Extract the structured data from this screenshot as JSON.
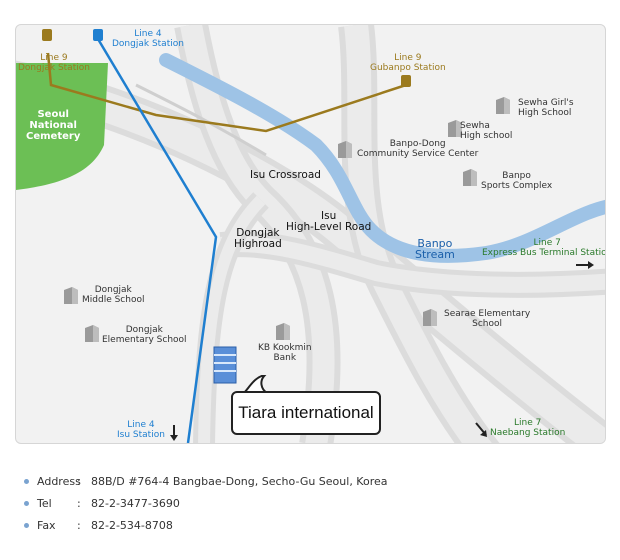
{
  "map": {
    "stations": {
      "line9_dongjak": {
        "line": "Line 9",
        "name": "Dongjak Station"
      },
      "line4_dongjak": {
        "line": "Line 4",
        "name": "Dongjak Station"
      },
      "line9_gubanpo": {
        "line": "Line 9",
        "name": "Gubanpo Station"
      },
      "line7_express": {
        "line": "Line 7",
        "name": "Express Bus Terminal Station"
      },
      "line4_isu": {
        "line": "Line 4",
        "name": "Isu Station"
      },
      "line7_naebang": {
        "line": "Line 7",
        "name": "Naebang Station"
      }
    },
    "places": {
      "cemetery": [
        "Seoul",
        "National",
        "Cemetery"
      ],
      "sewha_girls": [
        "Sewha Girl's",
        "High School"
      ],
      "sewha_high": [
        "Sewha",
        "High school"
      ],
      "banpo_center": [
        "Banpo-Dong",
        "Community Service Center"
      ],
      "banpo_sports": [
        "Banpo",
        "Sports Complex"
      ],
      "dongjak_middle": [
        "Dongjak",
        "Middle School"
      ],
      "dongjak_elem": [
        "Dongjak",
        "Elementary School"
      ],
      "kb_bank": [
        "KB Kookmin",
        "Bank"
      ],
      "searae": [
        "Searae Elementary",
        "School"
      ]
    },
    "roads": {
      "isu_crossroad": "Isu Crossroad",
      "dongjak_highroad": [
        "Dongjak",
        "Highroad"
      ],
      "isu_highlevel": [
        "Isu",
        "High-Level Road"
      ]
    },
    "stream": [
      "Banpo",
      "Stream"
    ],
    "destination": "Tiara international",
    "colors": {
      "line4": "#1f7fd0",
      "line9": "#9b7a1e",
      "line7": "#2a7a2a",
      "park": "#6cbf55",
      "water": "#9ec3e6",
      "road": "#dedede"
    }
  },
  "info": {
    "address": {
      "label": "Address",
      "sep": ":",
      "value": "88B/D #764-4 Bangbae-Dong, Secho-Gu Seoul, Korea"
    },
    "tel": {
      "label": "Tel",
      "sep": ":",
      "value": "82-2-3477-3690"
    },
    "fax": {
      "label": "Fax",
      "sep": ":",
      "value": "82-2-534-8708"
    }
  }
}
